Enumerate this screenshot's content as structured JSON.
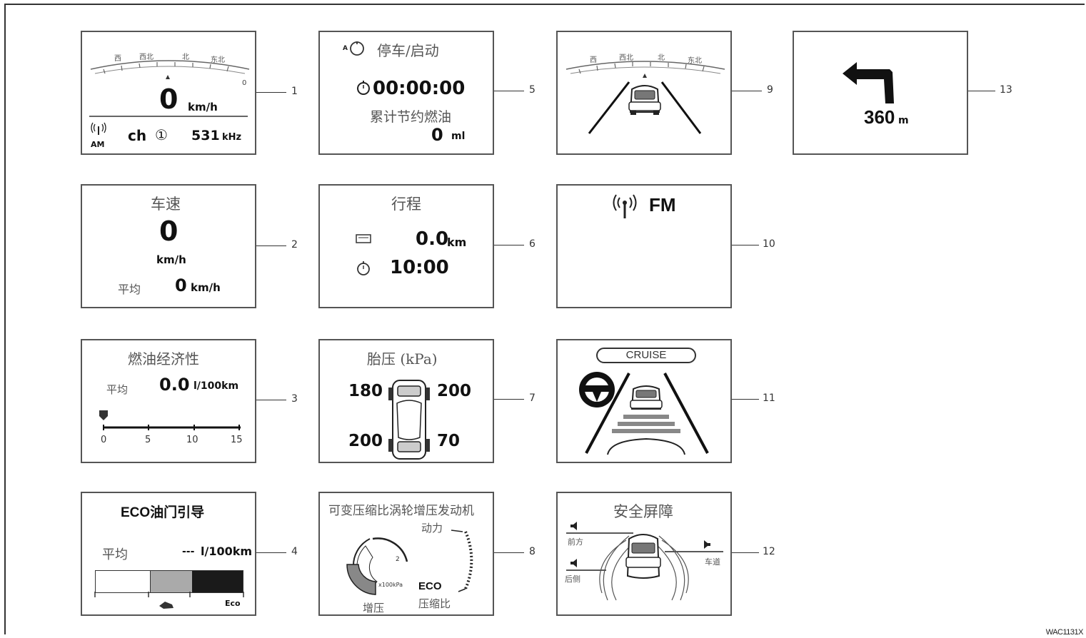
{
  "figure_code": "WAC1131X",
  "callouts": [
    "1",
    "2",
    "3",
    "4",
    "5",
    "6",
    "7",
    "8",
    "9",
    "10",
    "11",
    "12",
    "13"
  ],
  "p1": {
    "compass": [
      "西",
      "西北",
      "北",
      "东北"
    ],
    "compass_zero": "0",
    "speed": "0",
    "speed_unit": "km/h",
    "band": "AM",
    "ch_label": "ch",
    "ch_num": "①",
    "freq": "531",
    "freq_unit": "kHz"
  },
  "p2": {
    "title": "车速",
    "speed": "0",
    "unit": "km/h",
    "avg_label": "平均",
    "avg_value": "0",
    "avg_unit": "km/h"
  },
  "p3": {
    "title": "燃油经济性",
    "avg_label": "平均",
    "value": "0.0",
    "unit": "l/100km",
    "scale": [
      "0",
      "5",
      "10",
      "15"
    ]
  },
  "p4": {
    "title": "ECO油门引导",
    "avg_label": "平均",
    "value": "---",
    "unit": "l/100km",
    "eco": "Eco"
  },
  "p5": {
    "auto_icon": "A",
    "title": "停车/启动",
    "time": "00:00:00",
    "label": "累计节约燃油",
    "fuel": "0",
    "fuel_unit": "ml"
  },
  "p6": {
    "title": "行程",
    "distance": "0.0",
    "distance_unit": "km",
    "time": "10:00"
  },
  "p7": {
    "title": "胎压 (kPa)",
    "fl": "180",
    "fr": "200",
    "rl": "200",
    "rr": "70"
  },
  "p8": {
    "title": "可变压缩比涡轮增压发动机",
    "power": "动力",
    "eco": "ECO",
    "compress": "压缩比",
    "boost": "增压",
    "tick_2": "2",
    "boost_unit": "x100kPa"
  },
  "p9": {
    "compass": [
      "西",
      "西北",
      "北",
      "东北"
    ]
  },
  "p10": {
    "band": "FM"
  },
  "p11": {
    "cruise": "CRUISE"
  },
  "p12": {
    "title": "安全屏障",
    "front": "前方",
    "side_l": "后侧",
    "side_r": "车道"
  },
  "p13": {
    "distance": "360",
    "unit": "m"
  }
}
